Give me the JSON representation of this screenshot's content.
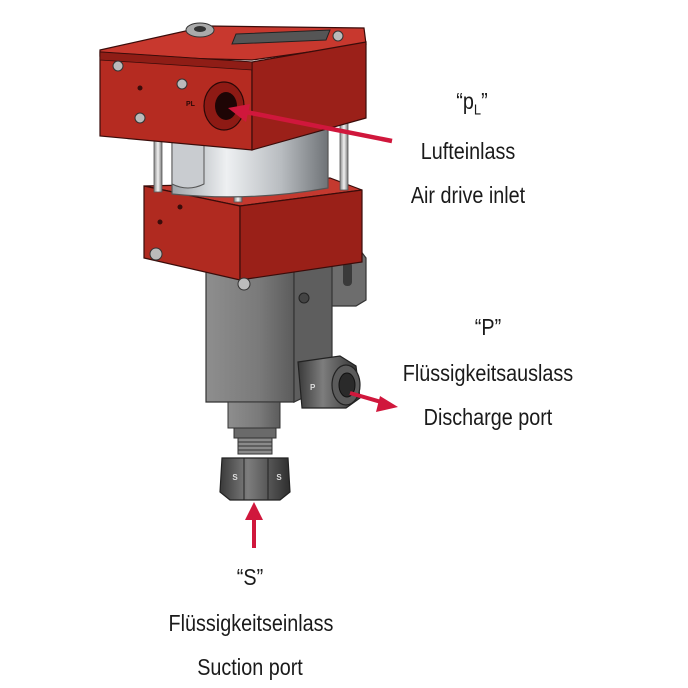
{
  "labels": {
    "air": {
      "code_main": "p",
      "code_sub": "L",
      "german": "Lufteinlass",
      "english": "Air drive inlet"
    },
    "discharge": {
      "code": "“P”",
      "german": "Flüssigkeitsauslass",
      "english": "Discharge port"
    },
    "suction": {
      "code": "“S”",
      "german": "Flüssigkeitseinlass",
      "english": "Suction port"
    }
  },
  "port_marks": {
    "air": "PL",
    "discharge": "P",
    "suction_left": "S",
    "suction_right": "S"
  },
  "colors": {
    "red_body": "#b3261e",
    "arrow": "#d0173c",
    "steel": "#8c8d8f",
    "text": "#1a1a1a"
  }
}
